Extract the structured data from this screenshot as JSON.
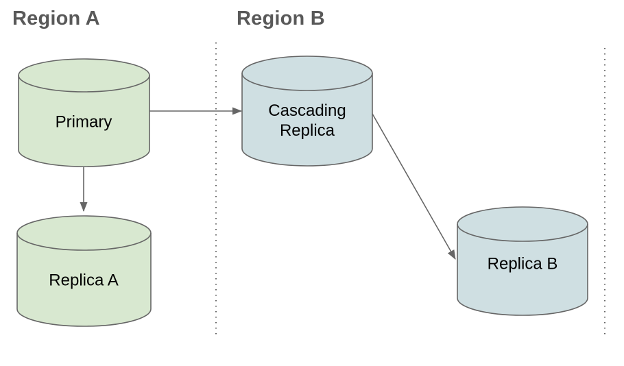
{
  "canvas": {
    "background": "#ffffff"
  },
  "regions": [
    {
      "id": "region-a",
      "label": "Region A"
    },
    {
      "id": "region-b",
      "label": "Region B"
    }
  ],
  "nodes": [
    {
      "id": "primary",
      "label": "Primary",
      "region": "Region A",
      "shape": "database-cylinder",
      "fill": "#d8e8d0"
    },
    {
      "id": "replica-a",
      "label": "Replica A",
      "region": "Region A",
      "shape": "database-cylinder",
      "fill": "#d8e8d0"
    },
    {
      "id": "cascading-replica",
      "label": "Cascading Replica",
      "region": "Region B",
      "shape": "database-cylinder",
      "fill": "#cfdfe2"
    },
    {
      "id": "replica-b",
      "label": "Replica B",
      "region": "Region B",
      "shape": "database-cylinder",
      "fill": "#cfdfe2"
    }
  ],
  "edges": [
    {
      "from": "Primary",
      "to": "Cascading Replica",
      "style": "arrow"
    },
    {
      "from": "Primary",
      "to": "Replica A",
      "style": "arrow"
    },
    {
      "from": "Cascading Replica",
      "to": "Replica B",
      "style": "arrow"
    }
  ],
  "colors": {
    "green_node_fill": "#d8e8d0",
    "blue_node_fill": "#cfdfe2",
    "shape_stroke": "#666666",
    "arrow": "#666666",
    "region_title": "#595959",
    "divider": "#666666"
  }
}
